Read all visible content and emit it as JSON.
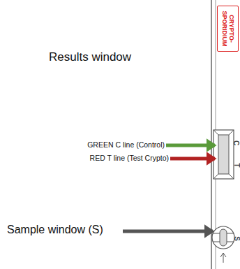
{
  "diagram": {
    "nodes": [
      {
        "text": [
          "CRYPTO- SPORIDIUM"
        ]
      }
    ],
    "labels": [
      "Results window",
      "GREEN C line (Control)",
      "RED T line (Test Crypto)",
      "Sample window (S)",
      "C",
      "T",
      "S"
    ]
  }
}
